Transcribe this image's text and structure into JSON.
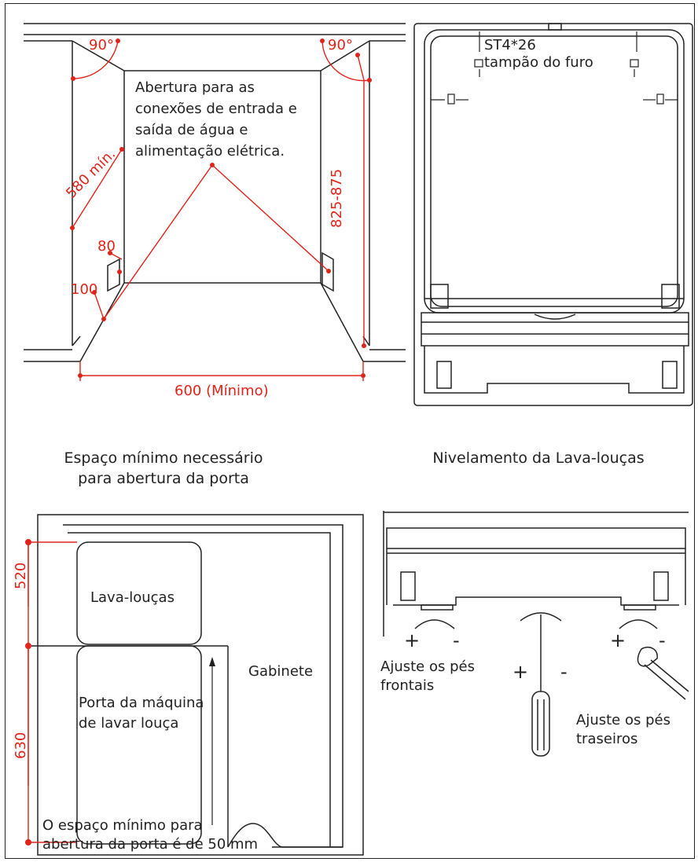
{
  "installation": {
    "angle_left": "90°",
    "angle_right": "90°",
    "opening_note": [
      "Abertura para as",
      "conexões de entrada e",
      "saída de água e",
      "alimentação elétrica."
    ],
    "depth_min": "580 mín.",
    "height_range": "825-875",
    "dim_80": "80",
    "dim_100": "100",
    "width_min": "600 (Mínimo)"
  },
  "front_view": {
    "screw_label": "ST4*26",
    "plug_label": "tampão do furo"
  },
  "captions": {
    "door_space": [
      "Espaço mínimo necessário",
      "para abertura da porta"
    ],
    "leveling": "Nivelamento da Lava-louças"
  },
  "door_diagram": {
    "dim_520": "520",
    "dim_630": "630",
    "dishwasher_label": "Lava-louças",
    "door_label": [
      "Porta da máquina",
      "de lavar louça"
    ],
    "cabinet_label": "Gabinete",
    "note": [
      "O espaço mínimo para",
      "abertura da porta é de 50 mm"
    ]
  },
  "leveling_diagram": {
    "plus": "+",
    "minus": "-",
    "front_feet": [
      "Ajuste os pés",
      "frontais"
    ],
    "rear_feet": [
      "Ajuste os pés",
      "traseiros"
    ]
  },
  "colors": {
    "dimension_red": "#e2231a",
    "line": "#222222"
  }
}
